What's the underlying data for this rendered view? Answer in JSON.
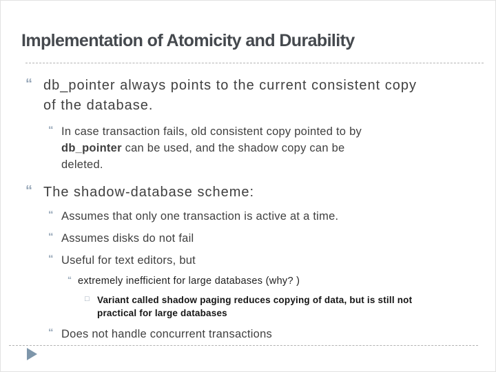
{
  "slide": {
    "title": "Implementation of Atomicity and Durability",
    "bullets": {
      "b1": "db_pointer always points to the current consistent copy\nof the database.",
      "b1_sub_pre": "In case transaction fails, old consistent copy pointed to by\n",
      "b1_sub_bold": "db_pointer",
      "b1_sub_post": " can be used, and the shadow copy can be\ndeleted.",
      "b2": "The shadow-database scheme:",
      "b2_sub1": "Assumes that only one transaction is active at a time.",
      "b2_sub2": "Assumes disks do not fail",
      "b2_sub3": "Useful for text editors, but",
      "b2_sub3_l3": "extremely inefficient for large databases (why? )",
      "b2_sub3_l4": "Variant called shadow paging reduces copying of data, but is still not\npractical for large databases",
      "b2_sub4": "Does not handle concurrent transactions"
    },
    "icons": {
      "quote_bullet": "“",
      "square_bullet": "□",
      "next_arrow": "▶"
    },
    "colors": {
      "title": "#45494e",
      "body": "#3f3f3f",
      "emphasis": "#141414",
      "bullet": "#93a4b6",
      "square_bullet": "#8d9dae",
      "triangle": "#7e96aa",
      "dashed_line": "#b2b2b2",
      "background": "#ffffff"
    }
  }
}
